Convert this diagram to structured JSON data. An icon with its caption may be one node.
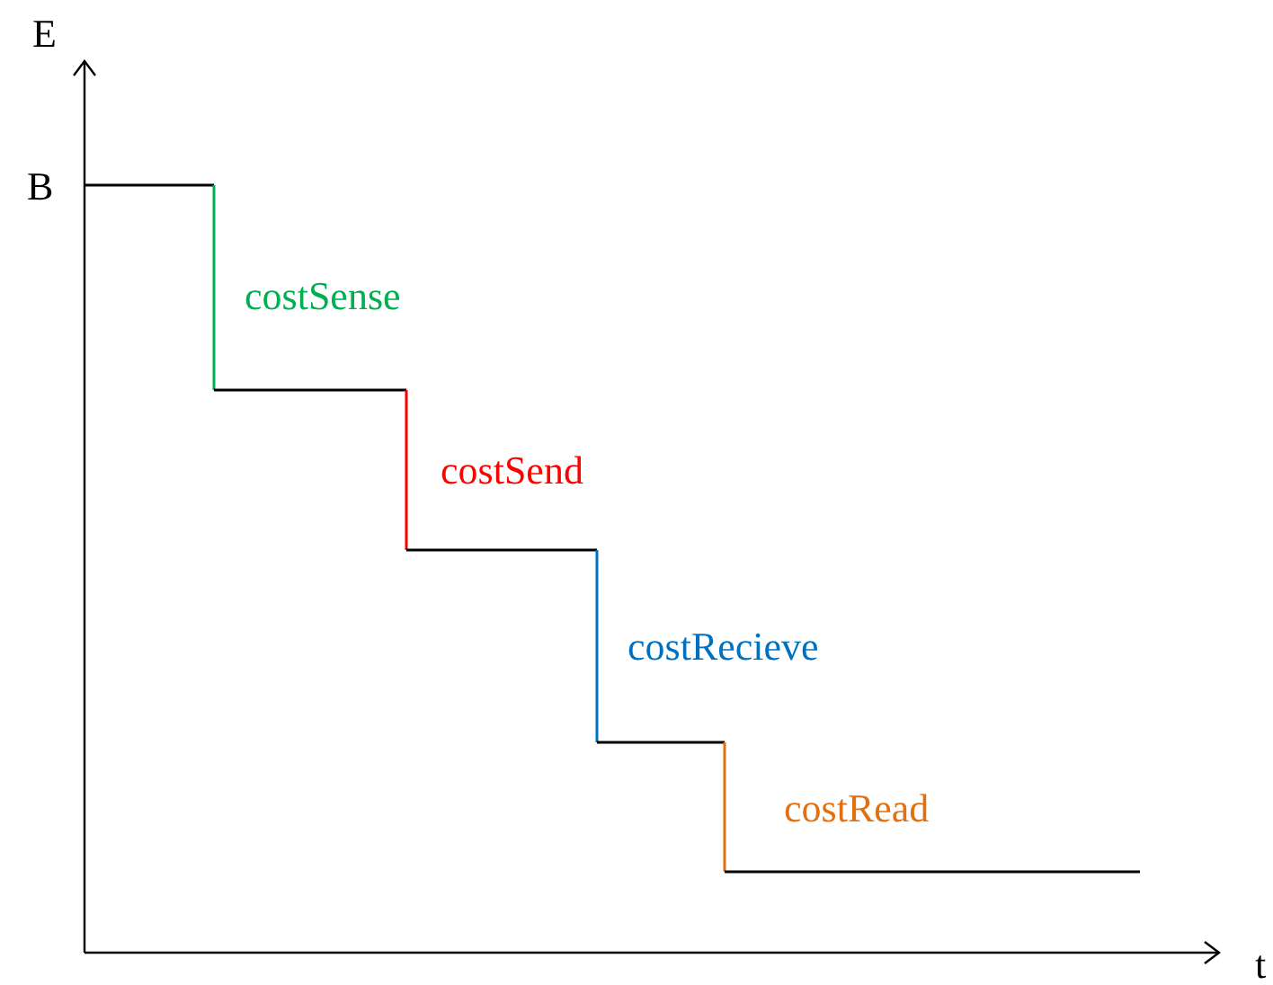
{
  "diagram": {
    "labels": [
      "E",
      "B",
      "costSense",
      "costSend",
      "costRecieve",
      "costRead",
      "t"
    ]
  }
}
